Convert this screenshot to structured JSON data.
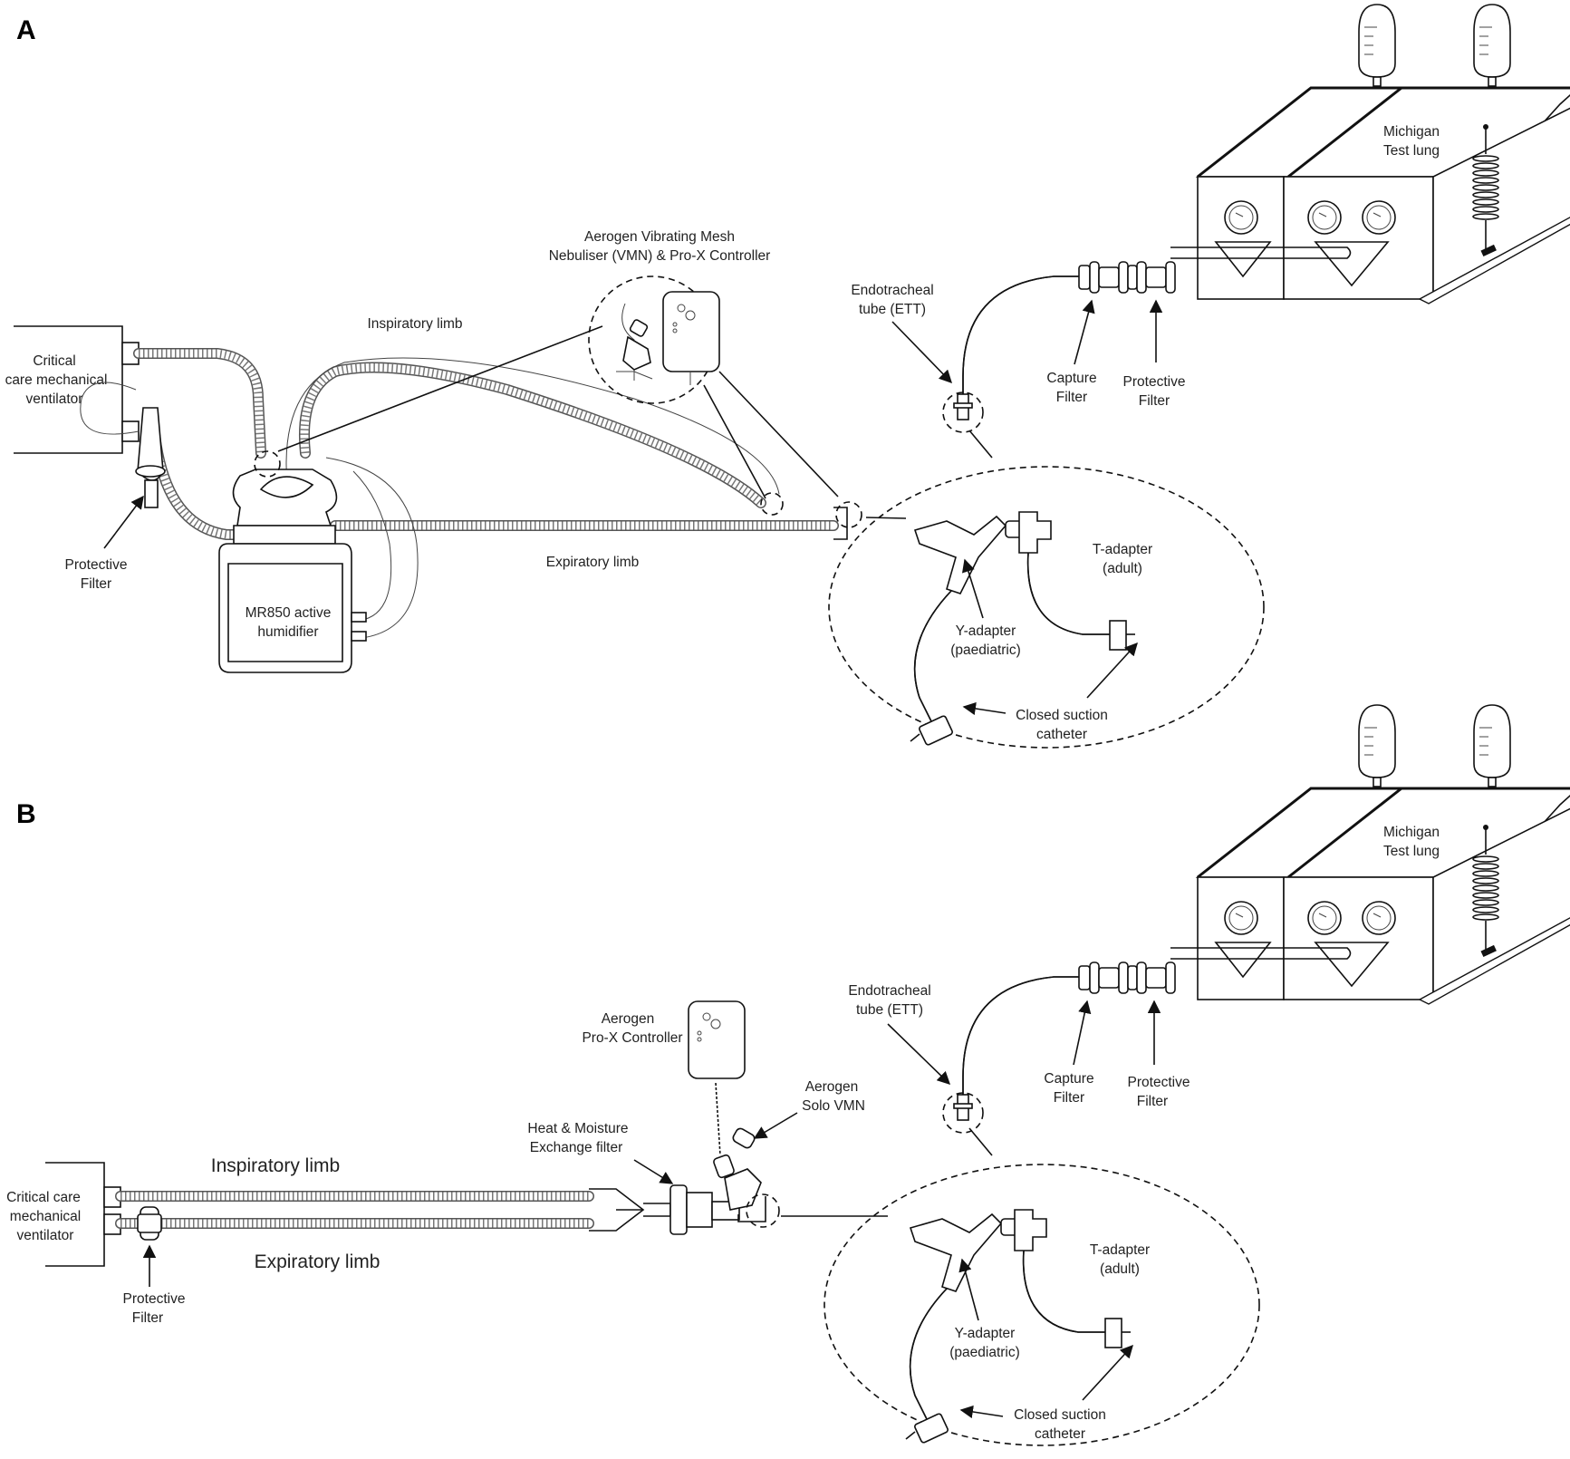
{
  "panel_a": {
    "letter": "A",
    "ventilator_label": [
      "Critical",
      "care  mechanical",
      "ventilator"
    ],
    "inspiratory_limb": "Inspiratory limb",
    "expiratory_limb": "Expiratory limb",
    "protective_filter_vent": [
      "Protective",
      "Filter"
    ],
    "humidifier": [
      "MR850 active",
      "humidifier"
    ],
    "nebuliser": [
      "Aerogen Vibrating Mesh",
      "Nebuliser (VMN) & Pro-X Controller"
    ],
    "ett": [
      "Endotracheal",
      "tube (ETT)"
    ],
    "capture_filter": [
      "Capture",
      "Filter"
    ],
    "protective_filter_lung": [
      "Protective",
      "Filter"
    ],
    "test_lung": [
      "Michigan",
      "Test lung"
    ],
    "y_adapter": [
      "Y-adapter",
      "(paediatric)"
    ],
    "t_adapter": [
      "T-adapter",
      "(adult)"
    ],
    "closed_suction": [
      "Closed suction",
      "catheter"
    ]
  },
  "panel_b": {
    "letter": "B",
    "ventilator_label": [
      "Critical care",
      "mechanical",
      "ventilator"
    ],
    "inspiratory_limb": "Inspiratory limb",
    "expiratory_limb": "Expiratory limb",
    "protective_filter_vent": [
      "Protective",
      "Filter"
    ],
    "controller": [
      "Aerogen",
      "Pro-X Controller"
    ],
    "solo_vmn": [
      "Aerogen",
      "Solo VMN"
    ],
    "hme_filter": [
      "Heat & Moisture",
      "Exchange filter"
    ],
    "ett": [
      "Endotracheal",
      "tube (ETT)"
    ],
    "capture_filter": [
      "Capture",
      "Filter"
    ],
    "protective_filter_lung": [
      "Protective",
      "Filter"
    ],
    "test_lung": [
      "Michigan",
      "Test lung"
    ],
    "y_adapter": [
      "Y-adapter",
      "(paediatric)"
    ],
    "t_adapter": [
      "T-adapter",
      "(adult)"
    ],
    "closed_suction": [
      "Closed suction",
      "catheter"
    ]
  }
}
